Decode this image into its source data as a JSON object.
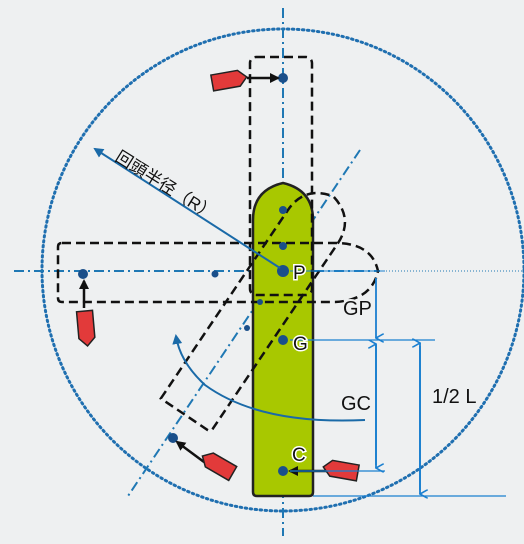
{
  "labels": {
    "radius": "回頭半径（R）",
    "pivot": "P",
    "gravity": "G",
    "center": "C",
    "gp": "GP",
    "gc": "GC",
    "half_length": "1/2 L"
  },
  "colors": {
    "background": "#eef0f1",
    "hull_fill": "#a8c800",
    "hull_stroke": "#222222",
    "axis_line": "#1f78b4",
    "circle_dots": "#1f6fb0",
    "arrow_blue": "#1a6aa8",
    "tug_red": "#e23a3a",
    "outline_dash": "#111111",
    "dimension_line": "#1a7fd0"
  },
  "icons": {
    "tug": "tugboat-icon",
    "point": "point-marker-icon"
  }
}
